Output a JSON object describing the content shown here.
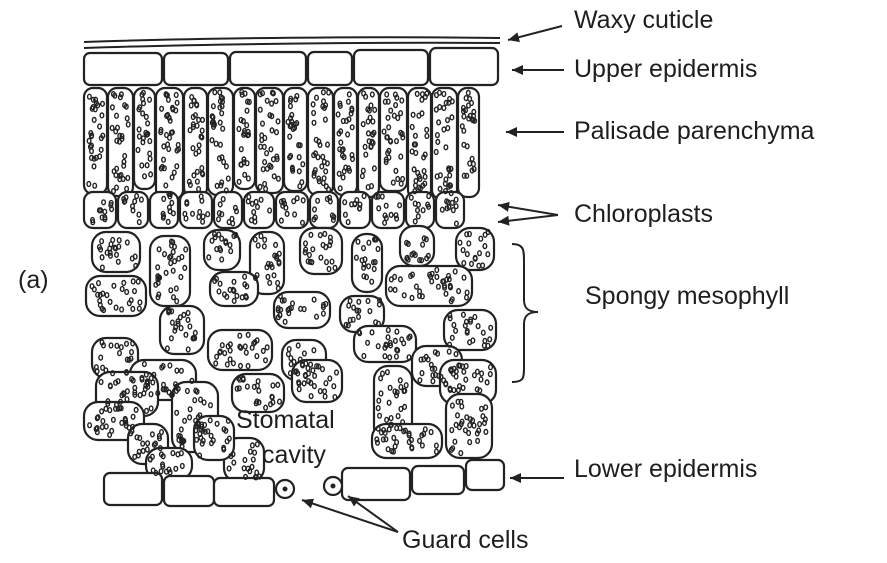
{
  "panel_letter": "(a)",
  "labels": {
    "waxy_cuticle": "Waxy cuticle",
    "upper_epidermis": "Upper epidermis",
    "palisade": "Palisade parenchyma",
    "chloroplasts": "Chloroplasts",
    "spongy": "Spongy mesophyll",
    "stomatal_1": "Stomatal",
    "stomatal_2": "cavity",
    "lower_epidermis": "Lower epidermis",
    "guard_cells": "Guard cells"
  },
  "colors": {
    "ink": "#222222",
    "paper": "#ffffff"
  }
}
